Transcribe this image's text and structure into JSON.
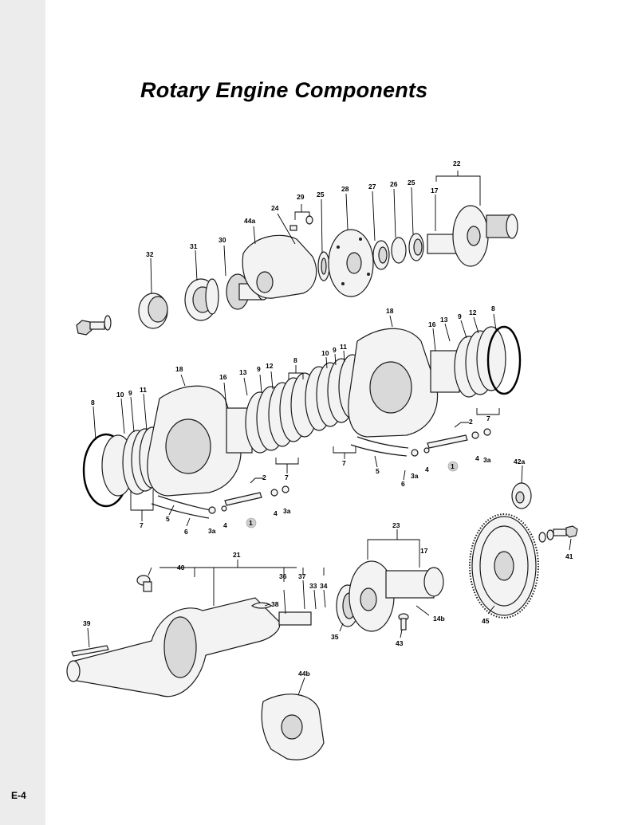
{
  "document": {
    "title": "Rotary Engine Components",
    "page_number": "E-4"
  },
  "diagram": {
    "callouts": [
      {
        "id": "c22",
        "text": "22"
      },
      {
        "id": "c29",
        "text": "29"
      },
      {
        "id": "c25a",
        "text": "25"
      },
      {
        "id": "c28",
        "text": "28"
      },
      {
        "id": "c27",
        "text": "27"
      },
      {
        "id": "c26",
        "text": "26"
      },
      {
        "id": "c25b",
        "text": "25"
      },
      {
        "id": "c17a",
        "text": "17"
      },
      {
        "id": "c24",
        "text": "24"
      },
      {
        "id": "c44a",
        "text": "44a"
      },
      {
        "id": "c32",
        "text": "32"
      },
      {
        "id": "c31",
        "text": "31"
      },
      {
        "id": "c30",
        "text": "30"
      },
      {
        "id": "c18a",
        "text": "18"
      },
      {
        "id": "c16a",
        "text": "16"
      },
      {
        "id": "c13a",
        "text": "13"
      },
      {
        "id": "c9a",
        "text": "9"
      },
      {
        "id": "c12a",
        "text": "12"
      },
      {
        "id": "c8a",
        "text": "8"
      },
      {
        "id": "c18b",
        "text": "18"
      },
      {
        "id": "c16b",
        "text": "16"
      },
      {
        "id": "c13b",
        "text": "13"
      },
      {
        "id": "c9b",
        "text": "9"
      },
      {
        "id": "c12b",
        "text": "12"
      },
      {
        "id": "c8b",
        "text": "8"
      },
      {
        "id": "c10a",
        "text": "10"
      },
      {
        "id": "c9c",
        "text": "9"
      },
      {
        "id": "c11a",
        "text": "11"
      },
      {
        "id": "c8c",
        "text": "8"
      },
      {
        "id": "c10b",
        "text": "10"
      },
      {
        "id": "c9d",
        "text": "9"
      },
      {
        "id": "c11b",
        "text": "11"
      },
      {
        "id": "c7a",
        "text": "7"
      },
      {
        "id": "c7b",
        "text": "7"
      },
      {
        "id": "c7c",
        "text": "7"
      },
      {
        "id": "c7d",
        "text": "7"
      },
      {
        "id": "c2a",
        "text": "2"
      },
      {
        "id": "c2b",
        "text": "2"
      },
      {
        "id": "c5a",
        "text": "5"
      },
      {
        "id": "c5b",
        "text": "5"
      },
      {
        "id": "c6a",
        "text": "6"
      },
      {
        "id": "c6b",
        "text": "6"
      },
      {
        "id": "c3a1",
        "text": "3a"
      },
      {
        "id": "c3a2",
        "text": "3a"
      },
      {
        "id": "c3a3",
        "text": "3a"
      },
      {
        "id": "c3a4",
        "text": "3a"
      },
      {
        "id": "c4a",
        "text": "4"
      },
      {
        "id": "c4b",
        "text": "4"
      },
      {
        "id": "c4c",
        "text": "4"
      },
      {
        "id": "c4d",
        "text": "4"
      },
      {
        "id": "c1a",
        "text": "1"
      },
      {
        "id": "c1b",
        "text": "1"
      },
      {
        "id": "c42a",
        "text": "42a"
      },
      {
        "id": "c23",
        "text": "23"
      },
      {
        "id": "c17b",
        "text": "17"
      },
      {
        "id": "c21",
        "text": "21"
      },
      {
        "id": "c40",
        "text": "40"
      },
      {
        "id": "c36",
        "text": "36"
      },
      {
        "id": "c37",
        "text": "37"
      },
      {
        "id": "c33",
        "text": "33"
      },
      {
        "id": "c34",
        "text": "34"
      },
      {
        "id": "c38",
        "text": "38"
      },
      {
        "id": "c39",
        "text": "39"
      },
      {
        "id": "c35",
        "text": "35"
      },
      {
        "id": "c14b",
        "text": "14b"
      },
      {
        "id": "c43",
        "text": "43"
      },
      {
        "id": "c45",
        "text": "45"
      },
      {
        "id": "c41",
        "text": "41"
      },
      {
        "id": "c44b",
        "text": "44b"
      }
    ]
  }
}
